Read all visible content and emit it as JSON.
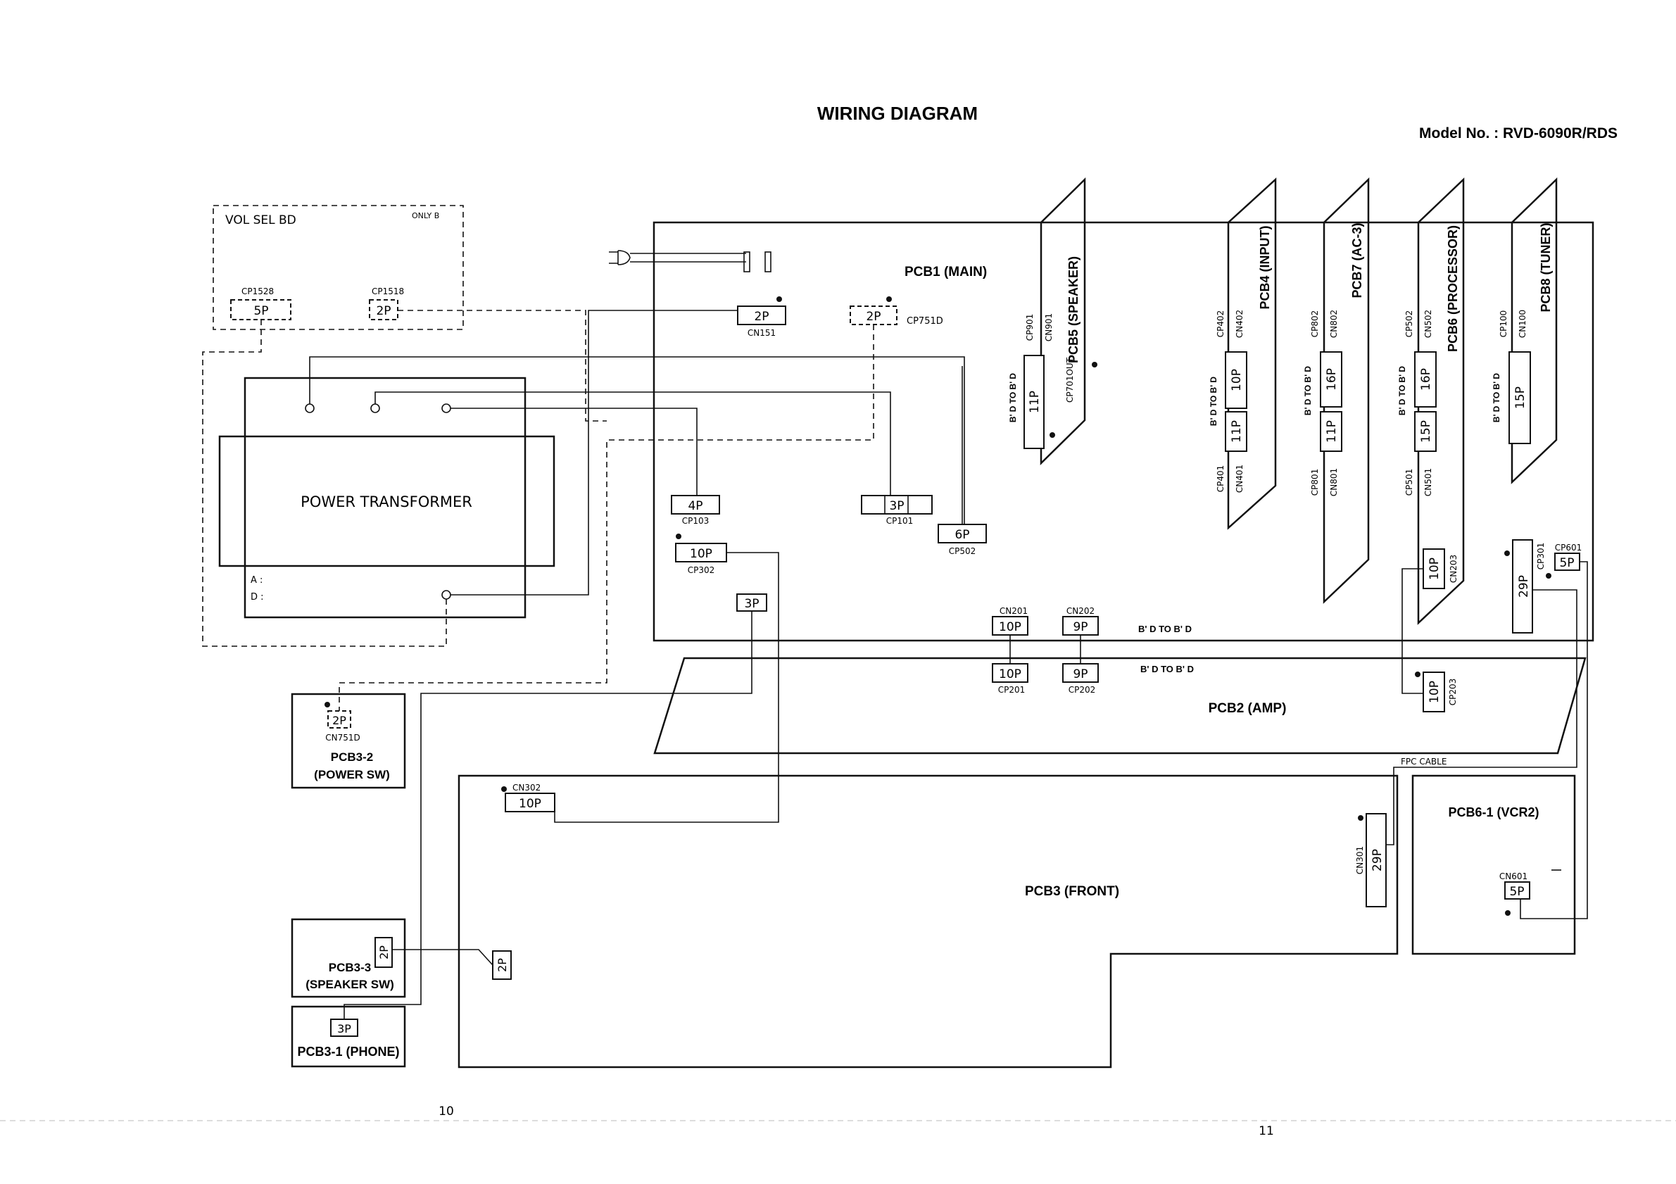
{
  "title": "WIRING DIAGRAM",
  "model": "Model No. : RVD-6090R/RDS",
  "page_left": "10",
  "page_right": "11",
  "vol_sel": {
    "title": "VOL SEL BD",
    "note": "ONLY B",
    "cp1528": "CP1528",
    "cp1528_pins": "5P",
    "cp1518": "CP1518",
    "cp1518_pins": "2P"
  },
  "transformer": {
    "label": "POWER TRANSFORMER",
    "tap_a": "A :",
    "tap_d": "D :"
  },
  "pcb1": {
    "label": "PCB1 (MAIN)",
    "cn151": "CN151",
    "cn151_pins": "2P",
    "cp7510": "CP751D",
    "cp7510_pins": "2P",
    "cp103": "CP103",
    "cp103_pins": "4P",
    "cp101": "CP101",
    "cp101_pins": "3P",
    "cp502": "CP502",
    "cp502_pins": "6P",
    "cp302": "CP302",
    "cp302_pins": "10P",
    "j3p": "3P",
    "cn201": "CN201",
    "cn201_pins": "10P",
    "cn202": "CN202",
    "cn202_pins": "9P",
    "bd": "B' D TO B' D"
  },
  "pcb5": {
    "label": "PCB5 (SPEAKER)",
    "cp901": "CP901",
    "cn901": "CN901",
    "bd": "B' D TO B' D",
    "pins": "11P",
    "out": "CP701OUT"
  },
  "pcb4": {
    "label": "PCB4 (INPUT)",
    "cp402": "CP402",
    "cn402": "CN402",
    "cp401": "CP401",
    "cn401": "CN401",
    "bd": "B' D TO B' D",
    "pins_a": "10P",
    "pins_b": "11P"
  },
  "pcb7": {
    "label": "PCB7 (AC-3)",
    "cp802": "CP802",
    "cn802": "CN802",
    "cp801": "CP801",
    "cn801": "CN801",
    "bd": "B' D TO B' D",
    "pins_a": "16P",
    "pins_b": "11P"
  },
  "pcb6": {
    "label": "PCB6 (PROCESSOR)",
    "cp502": "CP502",
    "cn502": "CN502",
    "cp501": "CP501",
    "cn501": "CN501",
    "bd": "B' D TO B' D",
    "pins_a": "16P",
    "pins_b": "15P",
    "cn203": "CN203",
    "cn203_pins": "10P"
  },
  "pcb8": {
    "label": "PCB8 (TUNER)",
    "cp100": "CP100",
    "cn100": "CN100",
    "bd": "B' D TO B' D",
    "pins": "15P",
    "cp301": "CP301",
    "cp301_pins": "29P",
    "cp601": "CP601",
    "cp601_pins": "5P"
  },
  "pcb2": {
    "label": "PCB2 (AMP)",
    "cp201": "CP201",
    "cp201_pins": "10P",
    "cp202": "CP202",
    "cp202_pins": "9P",
    "bd": "B' D TO B' D",
    "cp203": "CP203",
    "cp203_pins": "10P"
  },
  "pcb32": {
    "label1": "PCB3-2",
    "label2": "(POWER SW)",
    "cn": "CN751D",
    "pins": "2P"
  },
  "pcb33": {
    "label1": "PCB3-3",
    "label2": "(SPEAKER SW)",
    "pins": "2P"
  },
  "pcb31": {
    "label": "PCB3-1 (PHONE)",
    "pins": "3P"
  },
  "pcb3": {
    "label": "PCB3 (FRONT)",
    "cn302": "CN302",
    "cn302_pins": "10P",
    "cn301": "CN301",
    "cn301_pins": "29P",
    "j2p": "2P"
  },
  "fpc": "FPC CABLE",
  "pcb61": {
    "label": "PCB6-1 (VCR2)",
    "cn601": "CN601",
    "pins": "5P"
  }
}
